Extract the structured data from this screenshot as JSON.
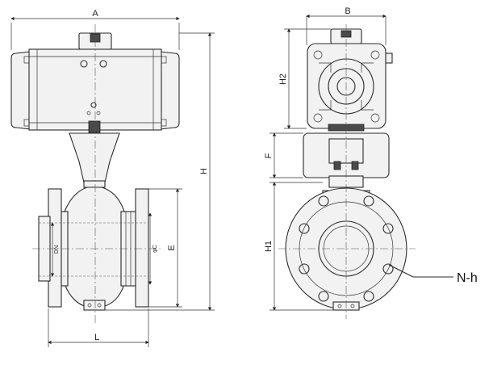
{
  "labels": {
    "A": "A",
    "B": "B",
    "H": "H",
    "H1": "H1",
    "H2": "H2",
    "F": "F",
    "E": "E",
    "L": "L",
    "DN": "DN",
    "phiC": "φC",
    "Nh": "N-h"
  }
}
